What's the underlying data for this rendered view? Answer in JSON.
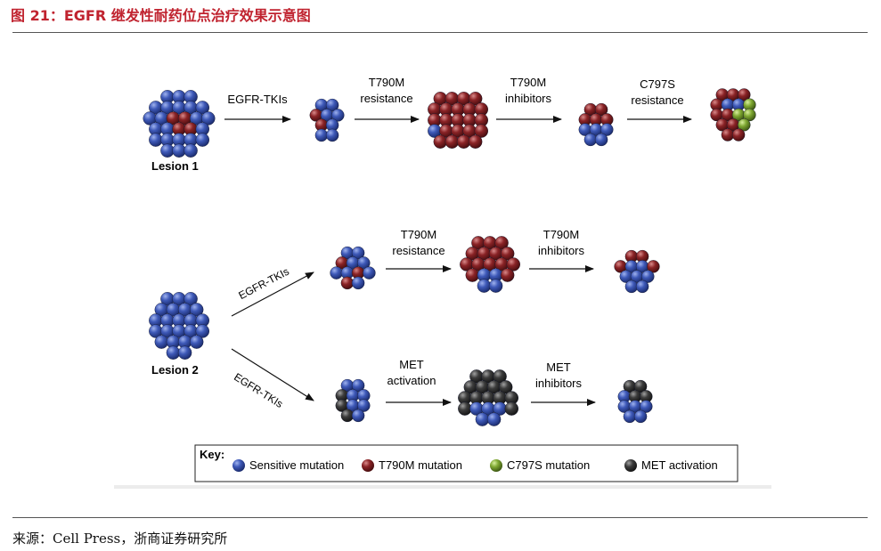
{
  "figure_title": "图 21：EGFR 继发性耐药位点治疗效果示意图",
  "source_text": "来源：Cell Press，浙商证券研究所",
  "lesion1": {
    "label": "Lesion 1",
    "step1_label": "EGFR-TKIs",
    "step2_label_line1": "T790M",
    "step2_label_line2": "resistance",
    "step3_label_line1": "T790M",
    "step3_label_line2": "inhibitors",
    "step4_label_line1": "C797S",
    "step4_label_line2": "resistance"
  },
  "lesion2": {
    "label": "Lesion 2",
    "upper_tki_label": "EGFR-TKIs",
    "lower_tki_label": "EGFR-TKIs",
    "upper_step2_line1": "T790M",
    "upper_step2_line2": "resistance",
    "upper_step3_line1": "T790M",
    "upper_step3_line2": "inhibitors",
    "lower_step2_line1": "MET",
    "lower_step2_line2": "activation",
    "lower_step3_line1": "MET",
    "lower_step3_line2": "inhibitors"
  },
  "key": {
    "title": "Key:",
    "items": [
      {
        "label": "Sensitive mutation",
        "color": "#3e59b8"
      },
      {
        "label": "T790M mutation",
        "color": "#8a2326"
      },
      {
        "label": "C797S mutation",
        "color": "#7fa832"
      },
      {
        "label": "MET activation",
        "color": "#3c3c3c"
      }
    ]
  },
  "colors": {
    "title_red": "#c0232f",
    "sensitive": "#3e59b8",
    "t790m": "#8a2326",
    "c797s": "#7fa832",
    "met": "#3c3c3c"
  }
}
